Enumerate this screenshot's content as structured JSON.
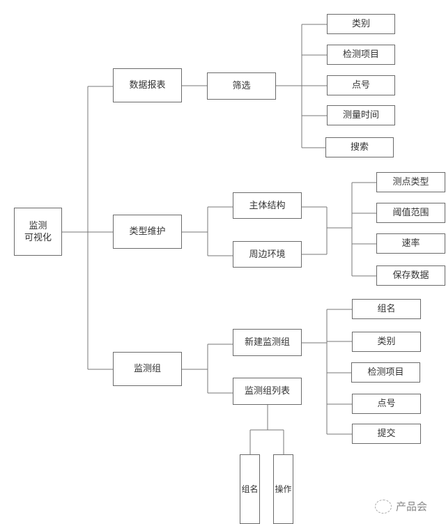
{
  "root": {
    "label_line1": "监测",
    "label_line2": "可视化"
  },
  "branches": {
    "data_report": {
      "label": "数据报表",
      "filter": {
        "label": "筛选",
        "items": [
          "类别",
          "检测项目",
          "点号",
          "测量时间",
          "搜索"
        ]
      }
    },
    "type_maintenance": {
      "label": "类型维护",
      "children": [
        "主体结构",
        "周边环境"
      ],
      "items": [
        "测点类型",
        "阈值范围",
        "速率",
        "保存数据"
      ]
    },
    "monitor_group": {
      "label": "监测组",
      "new_group": {
        "label": "新建监测组",
        "items": [
          "组名",
          "类别",
          "检测项目",
          "点号",
          "提交"
        ]
      },
      "group_list": {
        "label": "监测组列表",
        "columns": [
          "组名",
          "操作"
        ]
      }
    }
  },
  "watermark": "产品会"
}
